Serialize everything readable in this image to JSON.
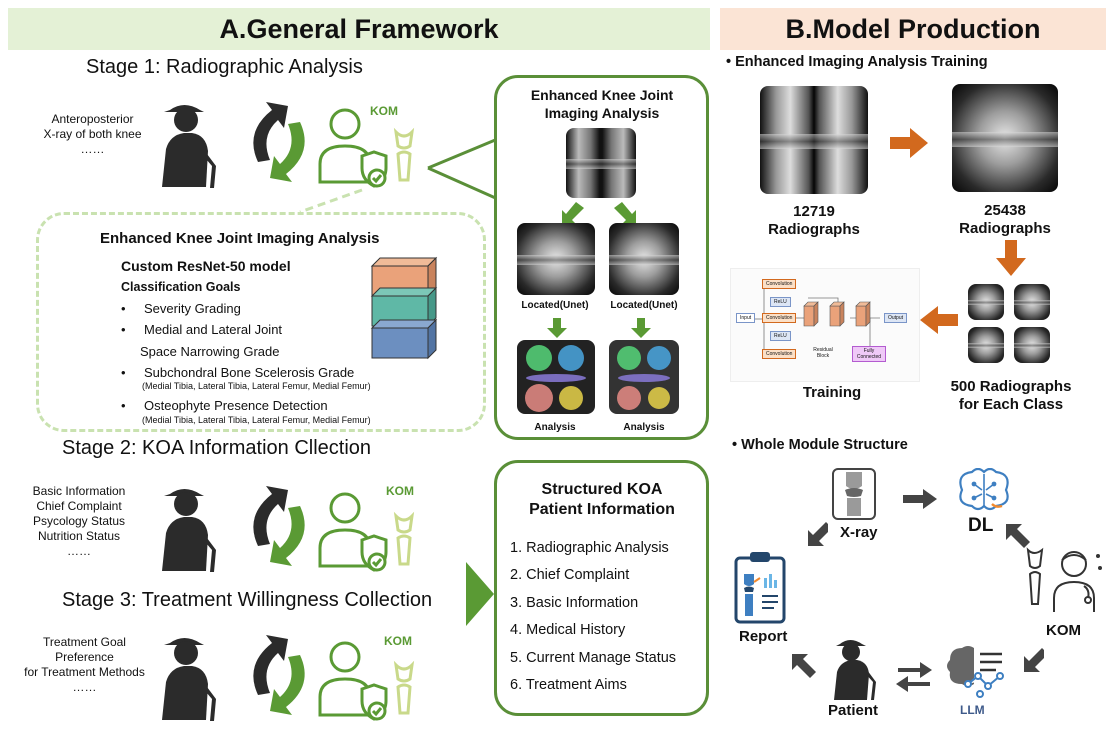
{
  "panels": {
    "a_title": "A.General Framework",
    "b_title": "B.Model Production"
  },
  "stages": {
    "stage1": "Stage 1: Radiographic Analysis",
    "stage2": "Stage 2: KOA Information Cllection",
    "stage3": "Stage 3: Treatment Willingness Collection"
  },
  "stage_notes": {
    "s1": [
      "Anteroposterior",
      "X-ray of both knee",
      "……"
    ],
    "s2": [
      "Basic Information",
      "Chief Complaint",
      "Psycology Status",
      "Nutrition Status",
      "……"
    ],
    "s3": [
      "Treatment Goal",
      "Preference",
      "for Treatment Methods",
      "……"
    ]
  },
  "kom_label": "KOM",
  "imaging": {
    "title": "Enhanced Knee Joint Imaging Analysis",
    "model": "Custom ResNet-50 model",
    "goals_title": "Classification Goals",
    "goals": [
      {
        "text": "Severity Grading"
      },
      {
        "text": "Medial and Lateral Joint"
      },
      {
        "text": "Space Narrowing Grade"
      },
      {
        "text": "Subchondral Bone Scelerosis Grade"
      },
      {
        "text": "(Medial Tibia, Lateral Tibia, Lateral Femur, Medial Femur)"
      },
      {
        "text": "Osteophyte Presence Detection"
      },
      {
        "text": "(Medial Tibia, Lateral Tibia, Lateral Femur, Medial Femur)"
      }
    ],
    "bullet": "•"
  },
  "callout": {
    "title_l1": "Enhanced Knee Joint",
    "title_l2": "Imaging Analysis",
    "located_left": "Located(Unet)",
    "located_right": "Located(Unet)",
    "analysis_left": "Analysis",
    "analysis_right": "Analysis"
  },
  "structured": {
    "title_l1": "Structured KOA",
    "title_l2": "Patient Information",
    "items": [
      "1.    Radiographic Analysis",
      "2.    Chief Complaint",
      "3.    Basic Information",
      "4.    Medical History",
      "5.    Current Manage Status",
      "6.    Treatment Aims"
    ]
  },
  "model_production": {
    "training_title": "•    Enhanced Imaging Analysis Training",
    "count1_num": "12719",
    "count1_label": "Radiographs",
    "count2_num": "25438",
    "count2_label": "Radiographs",
    "per_class_l1": "500 Radiographs",
    "per_class_l2": "for Each Class",
    "training_label": "Training",
    "net_labels": {
      "input": "Input",
      "conv1": "Convolution",
      "relu1": "ReLU",
      "conv2": "Convolution",
      "relu2": "ReLU",
      "conv3": "Convolution",
      "residual": "Residual Block",
      "output": "Output",
      "fc": "Fully Connected"
    },
    "structure_title": "•    Whole Module Structure",
    "nodes": {
      "xray": "X-ray",
      "dl": "DL",
      "kom": "KOM",
      "llm": "LLM",
      "patient": "Patient",
      "report": "Report"
    }
  },
  "colors": {
    "green": "#5a9a34",
    "dark_green": "#5a8f38",
    "light_green_bg": "#e4f1d6",
    "peach_bg": "#fbe4d5",
    "orange_arrow": "#d2691e",
    "person_dark": "#2b2b2b",
    "layer_orange": "#eaa27a",
    "layer_teal": "#5fb8a6",
    "layer_blue": "#6c8fc0"
  },
  "icons": {
    "person": "elderly-person-icon",
    "cycle": "cycle-arrows-icon",
    "doctor": "doctor-shield-icon",
    "knee": "knee-icon",
    "brain": "brain-circuit-icon",
    "report": "clipboard-report-icon",
    "llm": "llm-brain-icon"
  }
}
